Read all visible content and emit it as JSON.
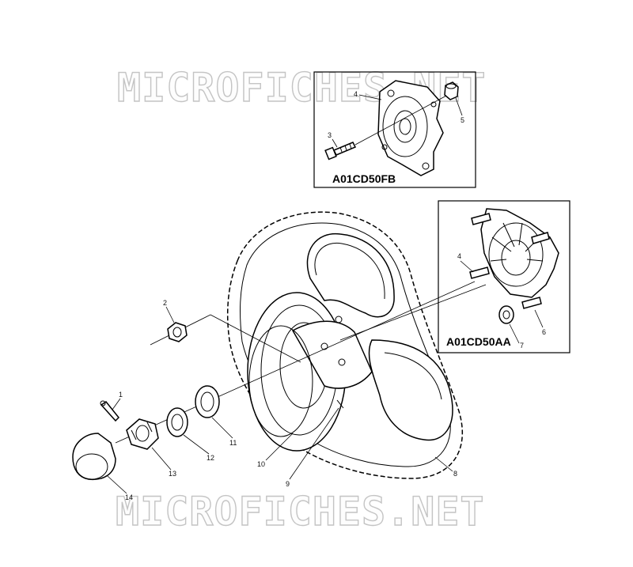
{
  "watermark": {
    "text": "MICROFICHES.NET"
  },
  "insets": [
    {
      "code": "A01CD50FB"
    },
    {
      "code": "A01CD50AA"
    }
  ],
  "callouts": [
    "1",
    "2",
    "3",
    "4",
    "5",
    "4",
    "6",
    "7",
    "8",
    "9",
    "10",
    "11",
    "12",
    "13",
    "14"
  ]
}
